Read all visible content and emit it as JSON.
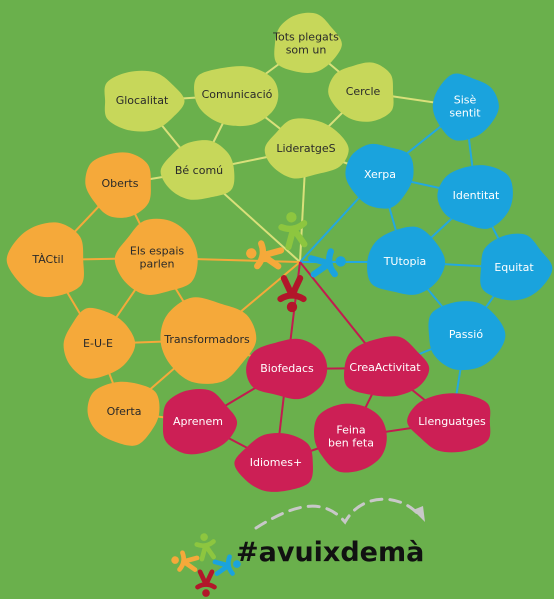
{
  "colors": {
    "background": "#6ab04c",
    "lime": "#c7d75a",
    "orange": "#f5a93a",
    "blue": "#1aa3dd",
    "crimson": "#cc1f55",
    "dark_red": "#b2162a",
    "edge_lime": "#d9e07a",
    "edge_blue": "#23a8e0",
    "edge_crimson": "#c21b4f",
    "edge_orange": "#f5a93a",
    "hashtag_text": "#111111",
    "arrow": "#c8c8c8"
  },
  "nodes": [
    {
      "id": "tots",
      "lines": [
        "Tots plegats",
        "som un"
      ],
      "color": "lime"
    },
    {
      "id": "glocalitat",
      "lines": [
        "Glocalitat"
      ],
      "color": "lime"
    },
    {
      "id": "comunicacio",
      "lines": [
        "Comunicació"
      ],
      "color": "lime"
    },
    {
      "id": "cercle",
      "lines": [
        "Cercle"
      ],
      "color": "lime"
    },
    {
      "id": "be_comu",
      "lines": [
        "Bé comú"
      ],
      "color": "lime"
    },
    {
      "id": "lideratges",
      "lines": [
        "LideratgeS"
      ],
      "color": "lime"
    },
    {
      "id": "sise",
      "lines": [
        "Sisè",
        "sentit"
      ],
      "color": "blue"
    },
    {
      "id": "xerpa",
      "lines": [
        "Xerpa"
      ],
      "color": "blue"
    },
    {
      "id": "identitat",
      "lines": [
        "Identitat"
      ],
      "color": "blue"
    },
    {
      "id": "tutopia",
      "lines": [
        "TUtopia"
      ],
      "color": "blue"
    },
    {
      "id": "equitat",
      "lines": [
        "Equitat"
      ],
      "color": "blue"
    },
    {
      "id": "passio",
      "lines": [
        "Passió"
      ],
      "color": "blue"
    },
    {
      "id": "oberts",
      "lines": [
        "Oberts"
      ],
      "color": "orange"
    },
    {
      "id": "tactil",
      "lines": [
        "TÀCtil"
      ],
      "color": "orange"
    },
    {
      "id": "espais",
      "lines": [
        "Els espais",
        "parlen"
      ],
      "color": "orange"
    },
    {
      "id": "eue",
      "lines": [
        "E-U-E"
      ],
      "color": "orange"
    },
    {
      "id": "transformadors",
      "lines": [
        "Transformadors"
      ],
      "color": "orange"
    },
    {
      "id": "oferta",
      "lines": [
        "Oferta"
      ],
      "color": "orange"
    },
    {
      "id": "biofedacs",
      "lines": [
        "Biofedacs"
      ],
      "color": "crimson"
    },
    {
      "id": "creaactivitat",
      "lines": [
        "CreaActivitat"
      ],
      "color": "crimson"
    },
    {
      "id": "aprenem",
      "lines": [
        "Aprenem"
      ],
      "color": "crimson"
    },
    {
      "id": "feina",
      "lines": [
        "Feina",
        "ben feta"
      ],
      "color": "crimson"
    },
    {
      "id": "llenguatges",
      "lines": [
        "Llenguatges"
      ],
      "color": "crimson"
    },
    {
      "id": "idiomes",
      "lines": [
        "Idiomes+"
      ],
      "color": "crimson"
    }
  ],
  "edges": [
    [
      "glocalitat",
      "comunicacio"
    ],
    [
      "comunicacio",
      "tots"
    ],
    [
      "tots",
      "cercle"
    ],
    [
      "comunicacio",
      "be_comu"
    ],
    [
      "comunicacio",
      "lideratges"
    ],
    [
      "cercle",
      "lideratges"
    ],
    [
      "glocalitat",
      "be_comu"
    ],
    [
      "be_comu",
      "lideratges"
    ],
    [
      "be_comu",
      "oberts"
    ],
    [
      "cercle",
      "sise"
    ],
    [
      "sise",
      "xerpa"
    ],
    [
      "sise",
      "identitat"
    ],
    [
      "xerpa",
      "identitat"
    ],
    [
      "xerpa",
      "tutopia"
    ],
    [
      "identitat",
      "tutopia"
    ],
    [
      "identitat",
      "equitat"
    ],
    [
      "tutopia",
      "equitat"
    ],
    [
      "tutopia",
      "passio"
    ],
    [
      "equitat",
      "passio"
    ],
    [
      "passio",
      "creaactivitat"
    ],
    [
      "passio",
      "llenguatges"
    ],
    [
      "oberts",
      "tactil"
    ],
    [
      "oberts",
      "espais"
    ],
    [
      "tactil",
      "espais"
    ],
    [
      "tactil",
      "eue"
    ],
    [
      "espais",
      "transformadors"
    ],
    [
      "espais",
      "eue"
    ],
    [
      "eue",
      "transformadors"
    ],
    [
      "eue",
      "oferta"
    ],
    [
      "transformadors",
      "oferta"
    ],
    [
      "transformadors",
      "biofedacs"
    ],
    [
      "oferta",
      "aprenem"
    ],
    [
      "biofedacs",
      "creaactivitat"
    ],
    [
      "biofedacs",
      "aprenem"
    ],
    [
      "biofedacs",
      "idiomes"
    ],
    [
      "creaactivitat",
      "feina"
    ],
    [
      "creaactivitat",
      "llenguatges"
    ],
    [
      "aprenem",
      "idiomes"
    ],
    [
      "idiomes",
      "feina"
    ],
    [
      "feina",
      "llenguatges"
    ],
    [
      "lideratges",
      "xerpa"
    ],
    [
      "lideratges",
      "center"
    ],
    [
      "be_comu",
      "center"
    ],
    [
      "xerpa",
      "center"
    ],
    [
      "tutopia",
      "center"
    ],
    [
      "espais",
      "center"
    ],
    [
      "transformadors",
      "center"
    ],
    [
      "biofedacs",
      "center"
    ],
    [
      "creaactivitat",
      "center"
    ]
  ],
  "logo": {
    "hashtag": "#avuixdemà",
    "icon": "four-people-cluster-icon",
    "arrow_icon": "dashed-curved-arrow-icon"
  }
}
